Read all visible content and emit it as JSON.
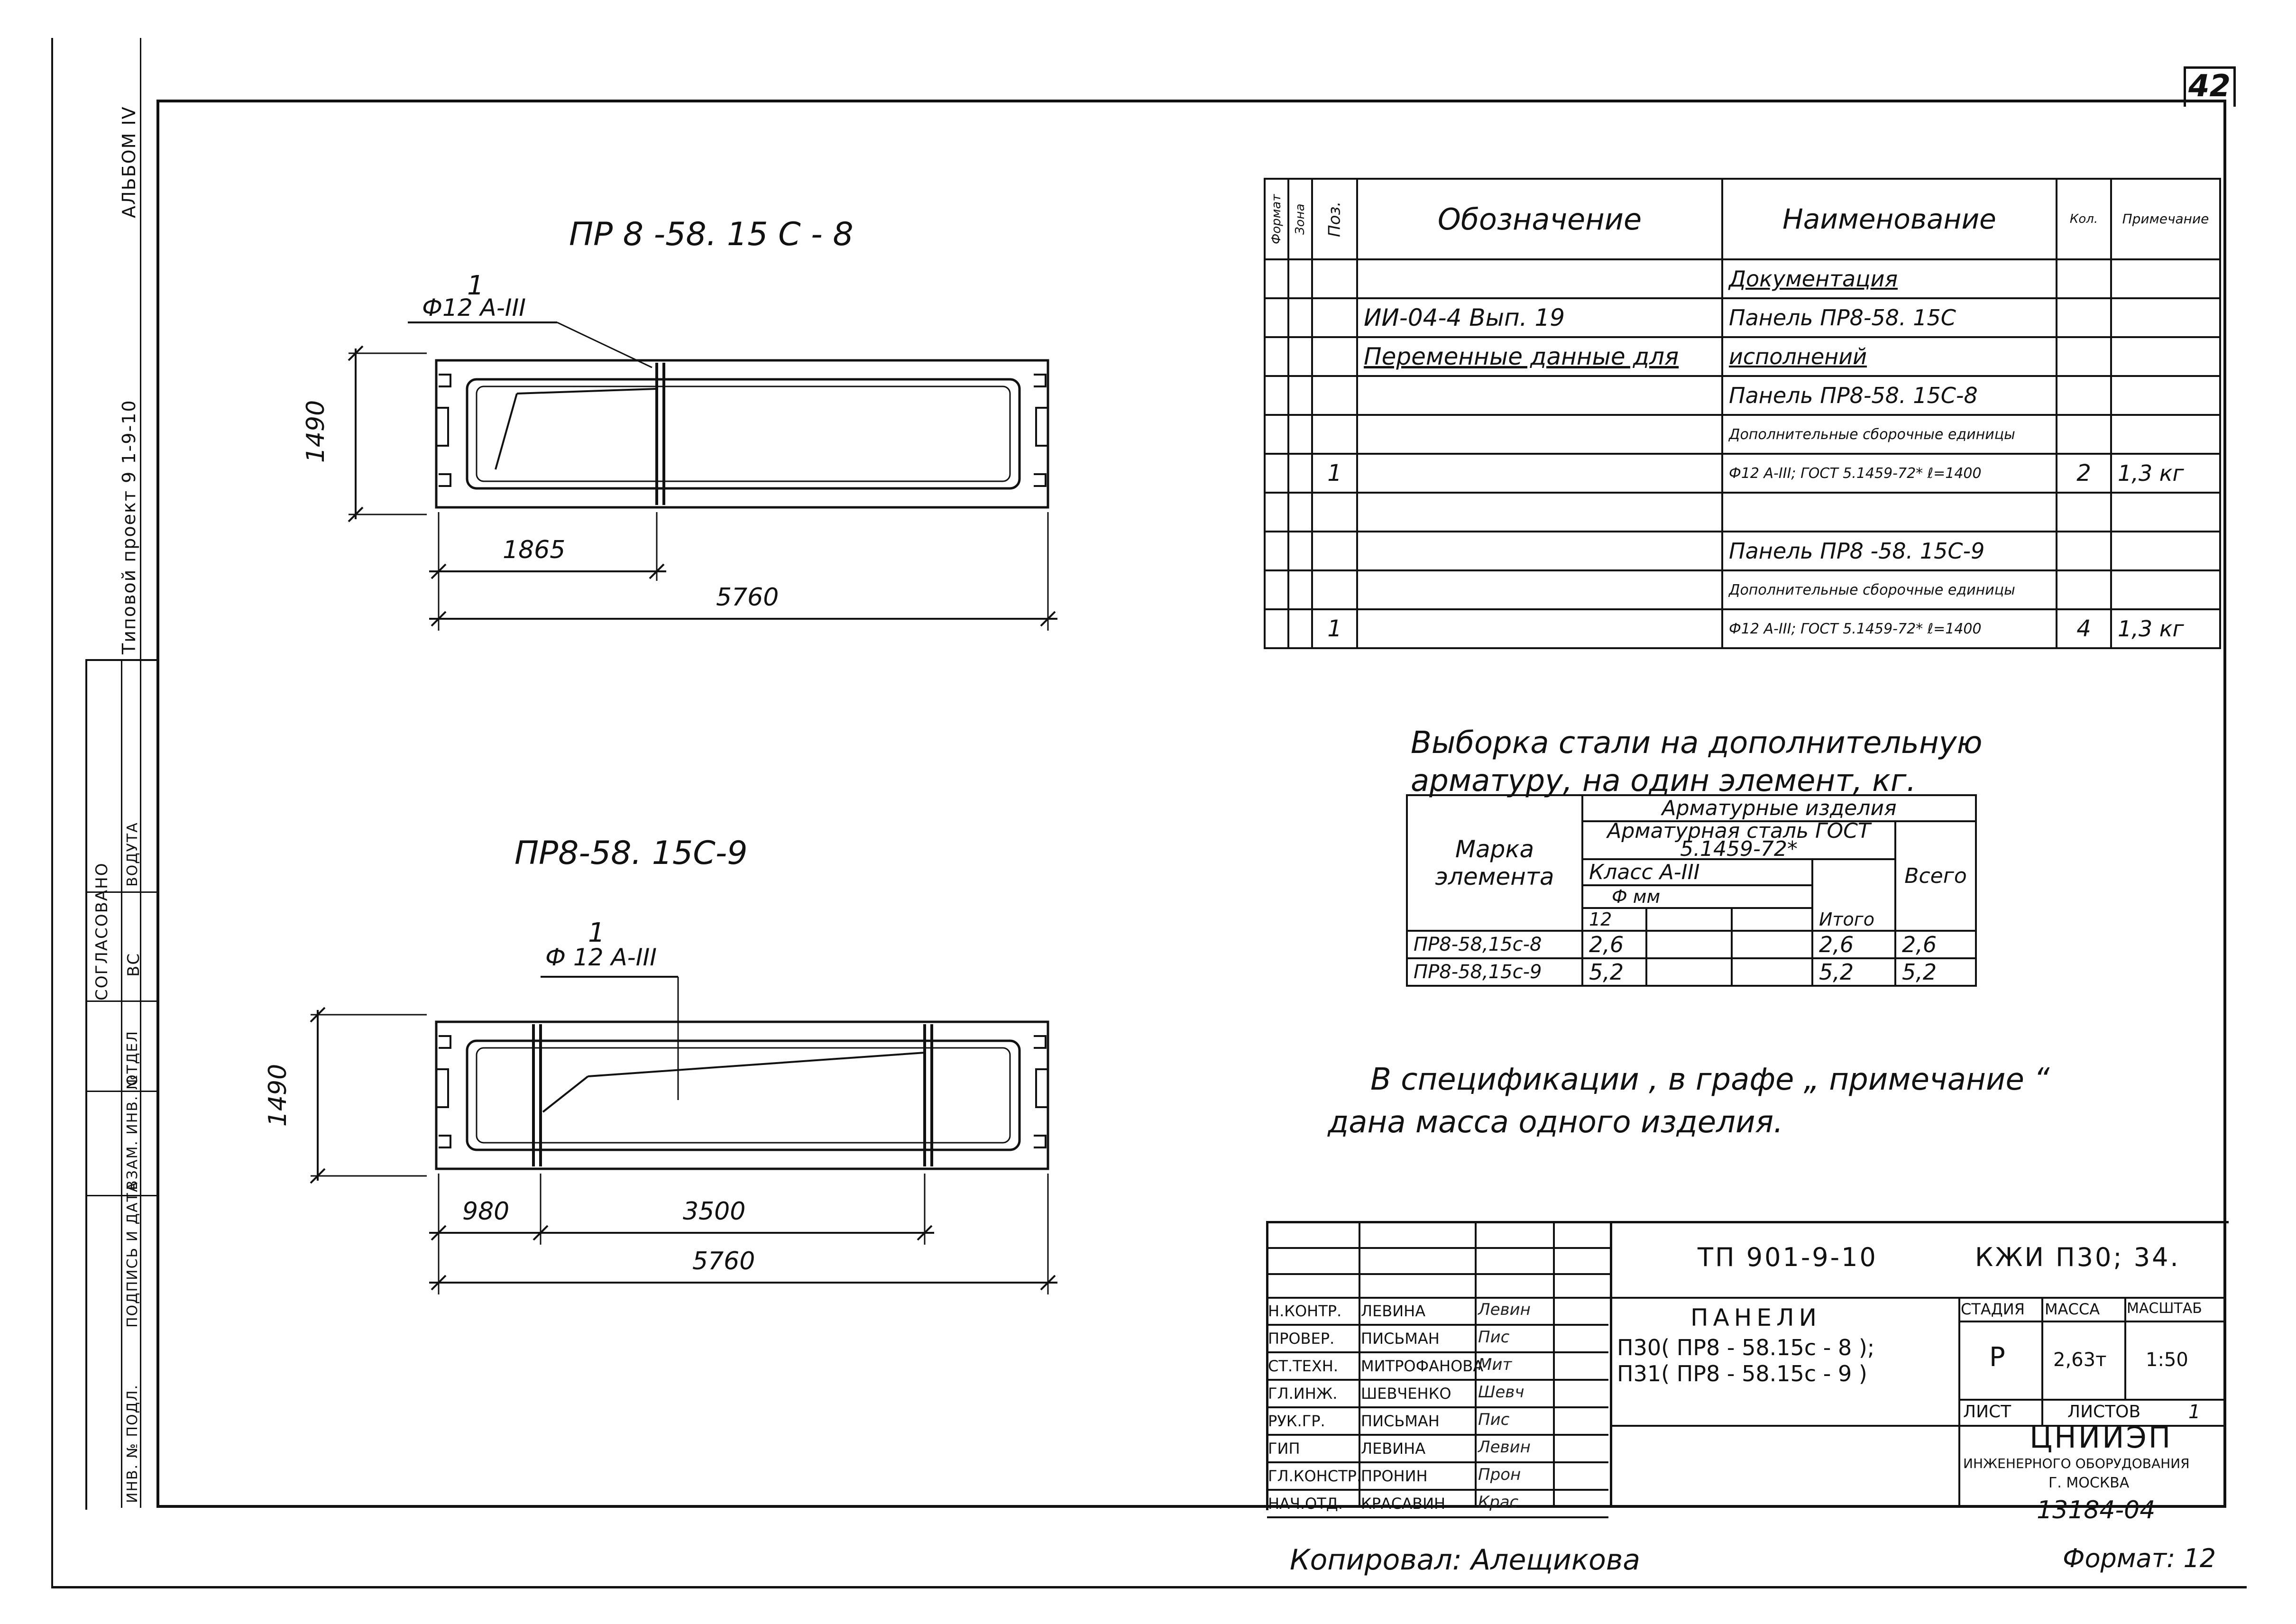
{
  "sheet": {
    "sheet_number": "42",
    "album": "АЛЬБОМ IV",
    "project": "Типовой проект 9 1-9-10",
    "side_labels": [
      "СОГЛАСОВАНО",
      "ВС",
      "ВОДУТА"
    ],
    "inv_labels": [
      "ИНВ. № ПОДЛ.",
      "ПОДПИСЬ И ДАТА",
      "ВЗАМ. ИНВ. №",
      "ОТДЕЛ"
    ],
    "copied_by": "Копировал: Алещикова",
    "format": "Формат: 12",
    "stamp_number": "13184-04"
  },
  "drawing1": {
    "title": "ПР 8 -58. 15 С - 8",
    "pos": "1",
    "rebar": "Ф12 А-III",
    "height": "1490",
    "dim_a": "1865",
    "length": "5760"
  },
  "drawing2": {
    "title": "ПР8-58. 15С-9",
    "pos": "1",
    "rebar": "Ф 12 А-III",
    "height": "1490",
    "dim_a": "980",
    "dim_b": "3500",
    "length": "5760"
  },
  "spec_table": {
    "headers": {
      "format": "Формат",
      "zone": "Зона",
      "pos": "Поз.",
      "designation": "Обозначение",
      "name": "Наименование",
      "qty": "Кол.",
      "note": "Примечание"
    },
    "rows": [
      {
        "pos": "",
        "designation": "",
        "name": "Документация",
        "qty": "",
        "note": ""
      },
      {
        "pos": "",
        "designation": "ИИ-04-4  Вып. 19",
        "name": "Панель ПР8-58. 15С",
        "qty": "",
        "note": ""
      },
      {
        "pos": "",
        "designation": "Переменные данные для",
        "name": "исполнений",
        "qty": "",
        "note": ""
      },
      {
        "pos": "",
        "designation": "",
        "name": "Панель ПР8-58. 15С-8",
        "qty": "",
        "note": ""
      },
      {
        "pos": "",
        "designation": "",
        "name": "Дополнительные сборочные единицы",
        "qty": "",
        "note": ""
      },
      {
        "pos": "1",
        "designation": "",
        "name": "Ф12 А-III; ГОСТ 5.1459-72* ℓ=1400",
        "qty": "2",
        "note": "1,3 кг"
      },
      {
        "pos": "",
        "designation": "",
        "name": "",
        "qty": "",
        "note": ""
      },
      {
        "pos": "",
        "designation": "",
        "name": "Панель ПР8 -58. 15С-9",
        "qty": "",
        "note": ""
      },
      {
        "pos": "",
        "designation": "",
        "name": "Дополнительные сборочные единицы",
        "qty": "",
        "note": ""
      },
      {
        "pos": "1",
        "designation": "",
        "name": "Ф12 А-III; ГОСТ 5.1459-72* ℓ=1400",
        "qty": "4",
        "note": "1,3 кг"
      }
    ]
  },
  "steel": {
    "title_line1": "Выборка стали на дополнительную",
    "title_line2": "арматуру, на один элемент, кг.",
    "h_mark": "Марка элемента",
    "h_products": "Арматурные изделия",
    "h_steel": "Арматурная сталь ГОСТ 5.1459-72*",
    "h_class": "Класс  А-III",
    "h_diam": "Ф мм",
    "h_d12": "12",
    "h_subtotal": "Итого",
    "h_total": "Всего",
    "rows": [
      {
        "mark": "ПР8-58,15с-8",
        "d12": "2,6",
        "subtotal": "2,6",
        "total": "2,6"
      },
      {
        "mark": "ПР8-58,15с-9",
        "d12": "5,2",
        "subtotal": "5,2",
        "total": "5,2"
      }
    ]
  },
  "note": {
    "line1": "В  спецификации ,  в  графе „ примечание “",
    "line2": "дана  масса  одного  изделия."
  },
  "title_block": {
    "code": "ТП  901-9-10",
    "sheet_code": "КЖИ  П30; 34.",
    "title": "ПАНЕЛИ",
    "subtitle1": "П30( ПР8 - 58.15с - 8 );",
    "subtitle2": "П31( ПР8 - 58.15с - 9 )",
    "stage_h": "СТАДИЯ",
    "mass_h": "МАССА",
    "scale_h": "МАСШТАБ",
    "stage": "Р",
    "mass": "2,63т",
    "scale": "1:50",
    "sheet_h": "ЛИСТ",
    "sheets_h": "ЛИСТОВ",
    "sheets": "1",
    "org": "ЦНИИЭП",
    "org2": "ИНЖЕНЕРНОГО ОБОРУДОВАНИЯ",
    "org3": "Г. МОСКВА",
    "people": [
      {
        "role": "Н.КОНТР.",
        "name": "ЛЕВИНА",
        "sign": "Левин"
      },
      {
        "role": "ПРОВЕР.",
        "name": "ПИСЬМАН",
        "sign": "Пис"
      },
      {
        "role": "СТ.ТЕХН.",
        "name": "МИТРОФАНОВА",
        "sign": "Мит"
      },
      {
        "role": "ГЛ.ИНЖ.",
        "name": "ШЕВЧЕНКО",
        "sign": "Шевч"
      },
      {
        "role": "РУК.ГР.",
        "name": "ПИСЬМАН",
        "sign": "Пис"
      },
      {
        "role": "ГИП",
        "name": "ЛЕВИНА",
        "sign": "Левин"
      },
      {
        "role": "ГЛ.КОНСТР.",
        "name": "ПРОНИН",
        "sign": "Прон"
      },
      {
        "role": "НАЧ.ОТД.",
        "name": "КРАСАВИН",
        "sign": "Крас"
      }
    ]
  }
}
